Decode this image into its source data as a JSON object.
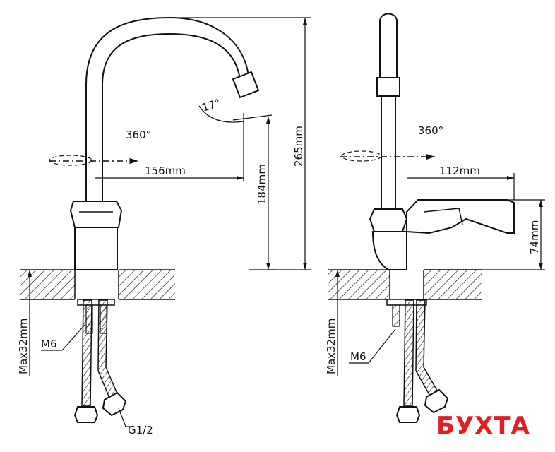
{
  "left_view": {
    "rotation_label": "360°",
    "spout_reach_label": "156mm",
    "spout_height_label": "184mm",
    "total_height_label": "265mm",
    "spout_angle_label": "17°",
    "max_thickness_label": "Max32mm",
    "stud_thread_label": "M6",
    "hose_thread_label": "G1/2"
  },
  "right_view": {
    "rotation_label": "360°",
    "handle_reach_label": "112mm",
    "handle_height_label": "74mm",
    "max_thickness_label": "Max32mm",
    "stud_thread_label": "M6"
  },
  "watermark": {
    "text": "БУХТА",
    "color": "#e02020"
  }
}
